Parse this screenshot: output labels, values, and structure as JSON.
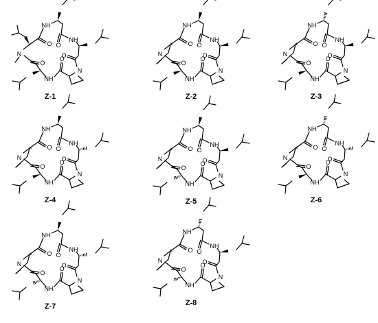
{
  "compounds": [
    {
      "id": "Z-1",
      "n_methyl": true,
      "chirality": [
        "wedge",
        "wedge",
        "wedge",
        "wedge"
      ]
    },
    {
      "id": "Z-2",
      "n_methyl": false,
      "chirality": [
        "wedge",
        "wedge",
        "wedge",
        "wedge"
      ]
    },
    {
      "id": "Z-3",
      "n_methyl": false,
      "chirality": [
        "hash",
        "wedge",
        "wedge",
        "wedge"
      ]
    },
    {
      "id": "Z-4",
      "n_methyl": false,
      "chirality": [
        "wedge",
        "hash",
        "wedge",
        "wedge"
      ]
    },
    {
      "id": "Z-5",
      "n_methyl": false,
      "chirality": [
        "wedge",
        "wedge",
        "wedge",
        "hash"
      ]
    },
    {
      "id": "Z-6",
      "n_methyl": false,
      "chirality": [
        "hash",
        "hash",
        "wedge",
        "wedge"
      ]
    },
    {
      "id": "Z-7",
      "n_methyl": false,
      "chirality": [
        "wedge",
        "hash",
        "wedge",
        "hash"
      ]
    },
    {
      "id": "Z-8",
      "n_methyl": false,
      "chirality": [
        "hash",
        "wedge",
        "wedge",
        "hash"
      ]
    }
  ],
  "atoms": {
    "nh": "NH",
    "n": "N",
    "o": "O",
    "h": "H"
  }
}
